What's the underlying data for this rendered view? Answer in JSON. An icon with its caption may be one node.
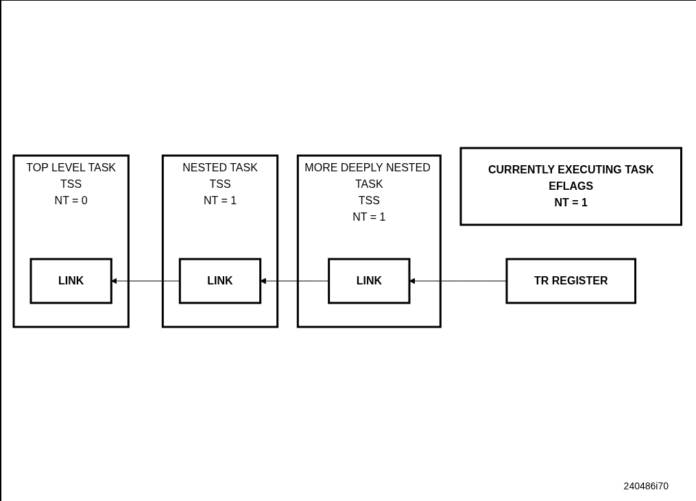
{
  "diagram": {
    "nodes": [
      {
        "text": [
          "TOP LEVEL TASK",
          "TSS",
          "NT = 0"
        ]
      },
      {
        "text": [
          "LINK"
        ],
        "in": 0
      },
      {
        "text": [
          "NESTED TASK",
          "TSS",
          "NT = 1"
        ]
      },
      {
        "text": [
          "LINK"
        ],
        "in": 2
      },
      {
        "text": [
          "MORE DEEPLY NESTED TASK",
          "TSS",
          "NT = 1"
        ]
      },
      {
        "text": [
          "LINK"
        ],
        "in": 4
      },
      {
        "text": [
          "CURRENTLY EXECUTING TASK",
          "EFLAGS",
          "NT = 1"
        ]
      },
      {
        "text": [
          "TR REGISTER"
        ]
      }
    ],
    "edges": [
      {
        "from": 3,
        "to": 1,
        "arrow": "to"
      },
      {
        "from": 5,
        "to": 3,
        "arrow": "to"
      },
      {
        "from": 7,
        "to": 5,
        "arrow": "to"
      }
    ],
    "labels": [
      "240486i70"
    ]
  }
}
